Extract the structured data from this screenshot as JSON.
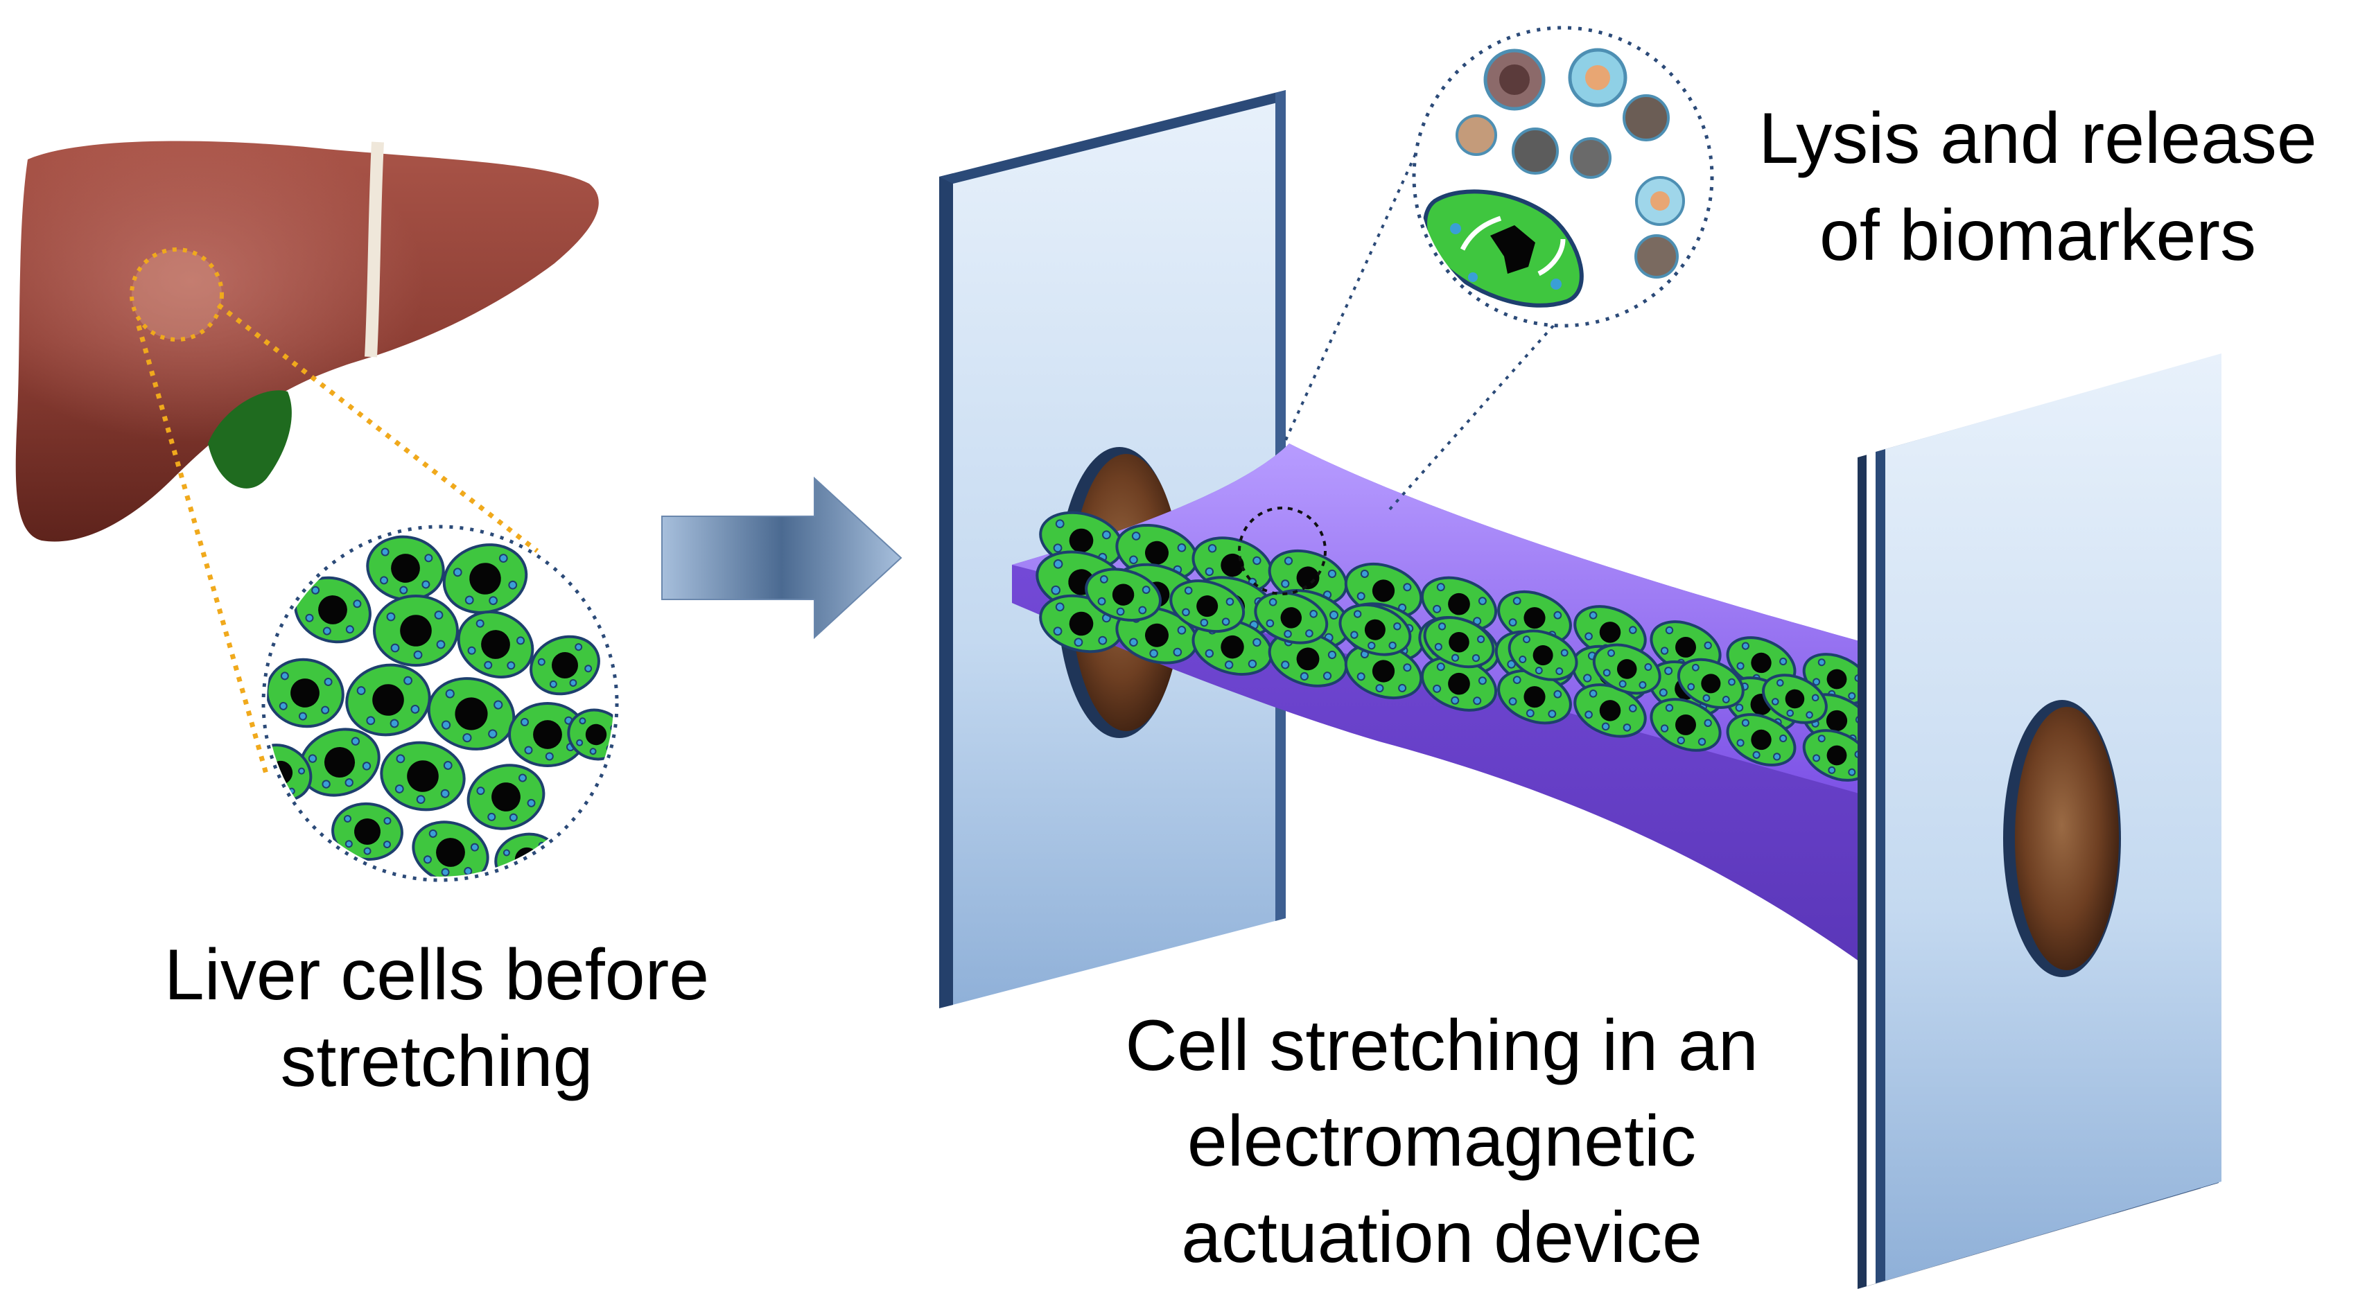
{
  "labels": {
    "liver_cells": [
      "Liver cells before",
      "stretching"
    ],
    "device": [
      "Cell stretching in an",
      "electromagnetic",
      "actuation device"
    ],
    "lysis": [
      "Lysis and release",
      "of biomarkers"
    ]
  },
  "colors": {
    "liver": "#8e3f35",
    "gallbladder": "#1f6b1f",
    "cell_fill": "#3fc63f",
    "nucleus": "#050505",
    "organelle": "#3a9fd6",
    "membrane": "#8c5cf0",
    "plate": "#b9d2ee",
    "plate_edge": "#2b4a78",
    "magnet": "#7a4a2a",
    "zoom_dots_yellow": "#f0a91c",
    "zoom_dots_blue": "#2b4a78",
    "arrow": "#4f6e96"
  },
  "icons": [
    "liver-icon",
    "gallbladder-icon",
    "process-arrow-icon",
    "magnet-icon"
  ]
}
